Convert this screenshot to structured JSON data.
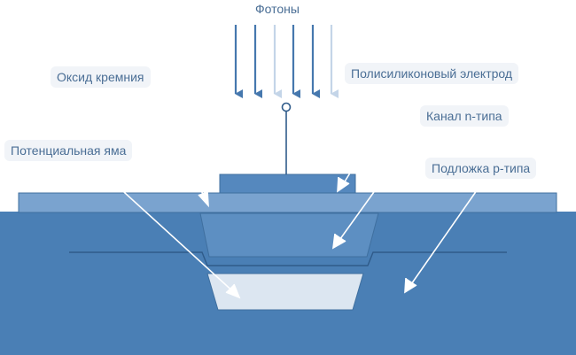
{
  "labels": {
    "photons": "Фотоны",
    "silicon_oxide": "Оксид кремния",
    "polysilicon_electrode": "Полисиликоновый электрод",
    "n_channel": "Канал n-типа",
    "potential_well": "Потенциальная яма",
    "p_substrate": "Подложка p-типа"
  },
  "colors": {
    "substrate": "#4a7fb5",
    "oxide_layer": "#7aa3cf",
    "electrode": "#5588be",
    "channel": "#5d8fc2",
    "potential_well": "#dce6f1",
    "photon_dark": "#4678ae",
    "photon_light": "#c4d5e8",
    "label_text": "#4a6e95",
    "label_bg": "#f1f4f8"
  },
  "photon_arrows": [
    "dark",
    "dark",
    "light",
    "dark",
    "dark",
    "light"
  ]
}
